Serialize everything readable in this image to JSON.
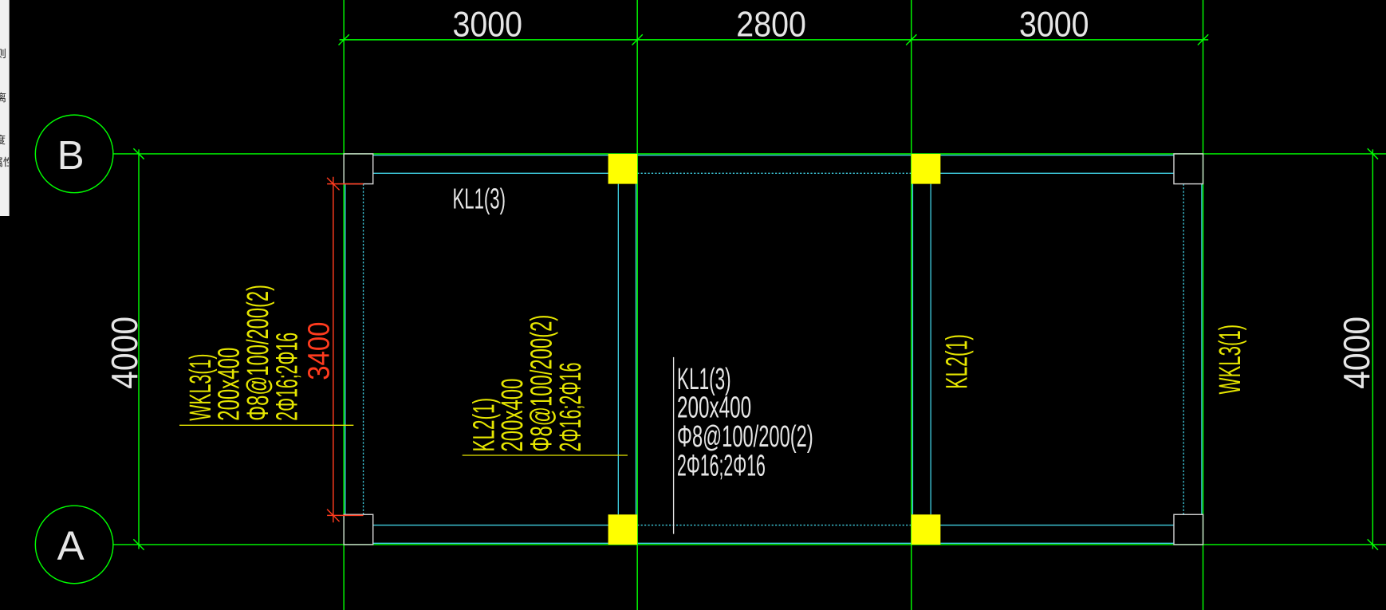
{
  "side_panel": {
    "items": [
      "则",
      "离",
      "度",
      "属性"
    ]
  },
  "drawing": {
    "axis_labels": {
      "top_axis": "B",
      "bottom_axis": "A"
    },
    "dimensions": {
      "top": [
        "3000",
        "2800",
        "3000"
      ],
      "left": "4000",
      "right": "4000",
      "clear_span": "3400"
    },
    "beams": {
      "top_beam_label": "KL1(3)",
      "kl1_annotation": {
        "name": "KL1(3)",
        "section": "200x400",
        "stirrups": "Φ8@100/200(2)",
        "bars": "2Φ16;2Φ16"
      },
      "wkl3_left_annotation": {
        "name": "WKL3(1)",
        "section": "200x400",
        "stirrups": "Φ8@100/200(2)",
        "bars": "2Φ16;2Φ16"
      },
      "kl2_left_annotation": {
        "name": "KL2(1)",
        "section": "200x400",
        "stirrups": "Φ8@100/200(2)",
        "bars": "2Φ16;2Φ16"
      },
      "kl2_right_label": "KL2(1)",
      "wkl3_right_label": "WKL3(1)"
    }
  },
  "colors": {
    "background": "#000000",
    "axis": "#00ff00",
    "beam": "#40cfe2",
    "column_edge": "#d0d0d0",
    "column_fill": "#ffff00",
    "label_white": "#e6e6e6",
    "label_yellow": "#e6e600",
    "dimension_red": "#ff3b1e",
    "panel_background": "#f0f0f0"
  }
}
